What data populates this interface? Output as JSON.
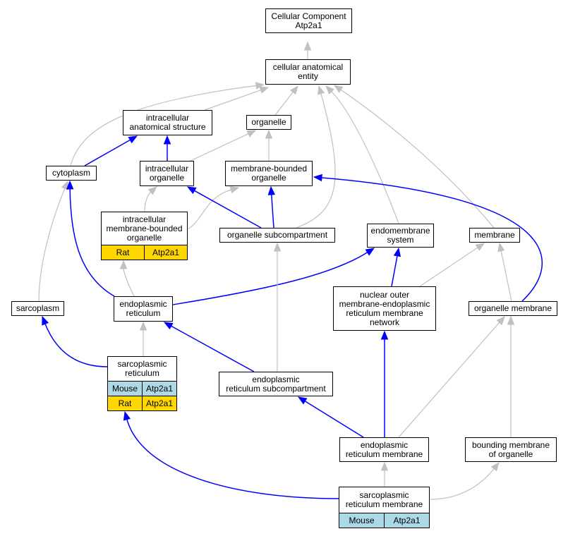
{
  "colors": {
    "blue_edge": "#0000ff",
    "gray_edge": "#c0c0c0",
    "mouse": "#add8e6",
    "rat": "#ffd700"
  },
  "nodes": {
    "root": {
      "lines": [
        "Cellular Component",
        "Atp2a1"
      ]
    },
    "cae": {
      "lines": [
        "cellular anatomical",
        "entity"
      ]
    },
    "ias": {
      "lines": [
        "intracellular",
        "anatomical structure"
      ]
    },
    "organelle": {
      "lines": [
        "organelle"
      ]
    },
    "cytoplasm": {
      "lines": [
        "cytoplasm"
      ]
    },
    "intorg": {
      "lines": [
        "intracellular",
        "organelle"
      ]
    },
    "mbo": {
      "lines": [
        "membrane-bounded",
        "organelle"
      ]
    },
    "imbo": {
      "lines": [
        "intracellular",
        "membrane-bounded",
        "organelle"
      ],
      "annotations": [
        {
          "species": "Rat",
          "gene": "Atp2a1"
        }
      ]
    },
    "osub": {
      "lines": [
        "organelle subcompartment"
      ]
    },
    "endosys": {
      "lines": [
        "endomembrane",
        "system"
      ]
    },
    "membrane": {
      "lines": [
        "membrane"
      ]
    },
    "sarcoplasm": {
      "lines": [
        "sarcoplasm"
      ]
    },
    "er": {
      "lines": [
        "endoplasmic",
        "reticulum"
      ]
    },
    "nomer": {
      "lines": [
        "nuclear outer",
        "membrane-endoplasmic",
        "reticulum membrane",
        "network"
      ]
    },
    "orgmem": {
      "lines": [
        "organelle membrane"
      ]
    },
    "sr": {
      "lines": [
        "sarcoplasmic",
        "reticulum"
      ],
      "annotations": [
        {
          "species": "Mouse",
          "gene": "Atp2a1"
        },
        {
          "species": "Rat",
          "gene": "Atp2a1"
        }
      ]
    },
    "ersub": {
      "lines": [
        "endoplasmic",
        "reticulum subcompartment"
      ]
    },
    "ermem": {
      "lines": [
        "endoplasmic",
        "reticulum membrane"
      ]
    },
    "bmo": {
      "lines": [
        "bounding membrane",
        "of organelle"
      ]
    },
    "srmem": {
      "lines": [
        "sarcoplasmic",
        "reticulum membrane"
      ],
      "annotations": [
        {
          "species": "Mouse",
          "gene": "Atp2a1"
        }
      ]
    }
  },
  "edges": [
    {
      "from": "cae",
      "to": "root",
      "color": "gray"
    },
    {
      "from": "ias",
      "to": "cae",
      "color": "gray"
    },
    {
      "from": "organelle",
      "to": "cae",
      "color": "gray"
    },
    {
      "from": "cytoplasm",
      "to": "cae",
      "color": "gray"
    },
    {
      "from": "osub",
      "to": "cae",
      "color": "gray"
    },
    {
      "from": "endosys",
      "to": "cae",
      "color": "gray"
    },
    {
      "from": "membrane",
      "to": "cae",
      "color": "gray"
    },
    {
      "from": "cytoplasm",
      "to": "ias",
      "color": "blue"
    },
    {
      "from": "intorg",
      "to": "ias",
      "color": "blue"
    },
    {
      "from": "intorg",
      "to": "organelle",
      "color": "gray"
    },
    {
      "from": "mbo",
      "to": "organelle",
      "color": "gray"
    },
    {
      "from": "imbo",
      "to": "intorg",
      "color": "gray"
    },
    {
      "from": "imbo",
      "to": "mbo",
      "color": "gray"
    },
    {
      "from": "osub",
      "to": "intorg",
      "color": "blue"
    },
    {
      "from": "osub",
      "to": "mbo",
      "color": "blue"
    },
    {
      "from": "orgmem",
      "to": "mbo",
      "color": "blue"
    },
    {
      "from": "sarcoplasm",
      "to": "cytoplasm",
      "color": "gray"
    },
    {
      "from": "er",
      "to": "cytoplasm",
      "color": "blue"
    },
    {
      "from": "er",
      "to": "imbo",
      "color": "gray"
    },
    {
      "from": "er",
      "to": "endosys",
      "color": "blue"
    },
    {
      "from": "nomer",
      "to": "endosys",
      "color": "blue"
    },
    {
      "from": "nomer",
      "to": "membrane",
      "color": "gray"
    },
    {
      "from": "orgmem",
      "to": "membrane",
      "color": "gray"
    },
    {
      "from": "sr",
      "to": "sarcoplasm",
      "color": "blue"
    },
    {
      "from": "sr",
      "to": "er",
      "color": "gray"
    },
    {
      "from": "ersub",
      "to": "er",
      "color": "blue"
    },
    {
      "from": "ersub",
      "to": "osub",
      "color": "gray"
    },
    {
      "from": "ermem",
      "to": "ersub",
      "color": "blue"
    },
    {
      "from": "ermem",
      "to": "nomer",
      "color": "blue"
    },
    {
      "from": "ermem",
      "to": "orgmem",
      "color": "gray"
    },
    {
      "from": "bmo",
      "to": "orgmem",
      "color": "gray"
    },
    {
      "from": "srmem",
      "to": "sr",
      "color": "blue"
    },
    {
      "from": "srmem",
      "to": "ermem",
      "color": "gray"
    },
    {
      "from": "srmem",
      "to": "bmo",
      "color": "gray"
    }
  ]
}
